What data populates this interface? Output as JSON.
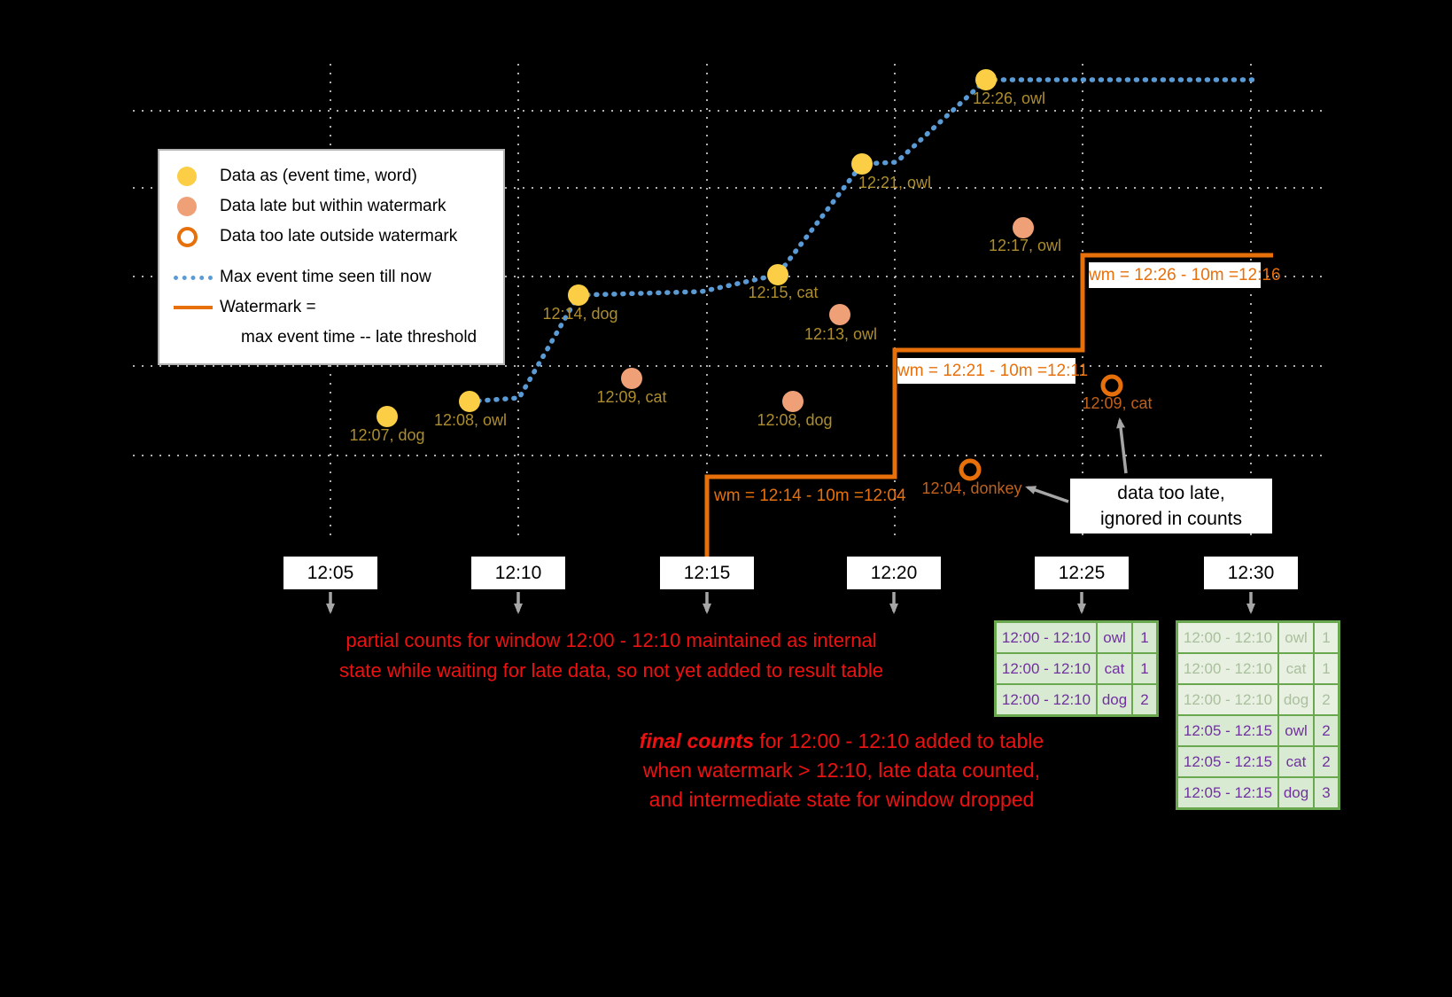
{
  "legend": {
    "data_on_time": "Data as (event time, word)",
    "data_late_within": "Data late but within watermark",
    "data_too_late": "Data too late outside watermark",
    "max_event_time": "Max event time seen till now",
    "watermark_line1": "Watermark =",
    "watermark_line2": "max event time -- late threshold"
  },
  "points": {
    "on_time": [
      {
        "label": "12:07, dog"
      },
      {
        "label": "12:08, owl"
      },
      {
        "label": "12:14, dog"
      },
      {
        "label": "12:15, cat"
      },
      {
        "label": "12:21, owl"
      },
      {
        "label": "12:26, owl"
      }
    ],
    "late_within": [
      {
        "label": "12:09, cat"
      },
      {
        "label": "12:08, dog"
      },
      {
        "label": "12:13, owl"
      },
      {
        "label": "12:17, owl"
      }
    ],
    "too_late": [
      {
        "label": "12:04, donkey"
      },
      {
        "label": "12:09, cat"
      }
    ]
  },
  "watermarks": [
    {
      "label": "wm = 12:14 - 10m =12:04"
    },
    {
      "label": "wm = 12:21 - 10m =12:11"
    },
    {
      "label": "wm = 12:26 - 10m =12:16"
    }
  ],
  "axis_ticks": [
    "12:05",
    "12:10",
    "12:15",
    "12:20",
    "12:25",
    "12:30"
  ],
  "annotations": {
    "partial_counts_line1": "partial counts for window 12:00 - 12:10 maintained as internal",
    "partial_counts_line2": "state while waiting for late data, so not yet added  to result table",
    "final_counts_emphasis": "final counts",
    "final_counts_line1_rest": " for 12:00 - 12:10 added to table",
    "final_counts_line2": "when watermark > 12:10, late data counted,",
    "final_counts_line3": "and intermediate state for window dropped",
    "too_late_line1": "data too late,",
    "too_late_line2": "ignored in counts"
  },
  "result_table_1225": {
    "rows": [
      {
        "window": "12:00 - 12:10",
        "word": "owl",
        "count": "1"
      },
      {
        "window": "12:00 - 12:10",
        "word": "cat",
        "count": "1"
      },
      {
        "window": "12:00 - 12:10",
        "word": "dog",
        "count": "2"
      }
    ]
  },
  "result_table_1230": {
    "faded_rows": [
      {
        "window": "12:00 - 12:10",
        "word": "owl",
        "count": "1"
      },
      {
        "window": "12:00 - 12:10",
        "word": "cat",
        "count": "1"
      },
      {
        "window": "12:00 - 12:10",
        "word": "dog",
        "count": "2"
      }
    ],
    "new_rows": [
      {
        "window": "12:05 - 12:15",
        "word": "owl",
        "count": "2"
      },
      {
        "window": "12:05 - 12:15",
        "word": "cat",
        "count": "2"
      },
      {
        "window": "12:05 - 12:15",
        "word": "dog",
        "count": "3"
      }
    ]
  },
  "colors": {
    "background": "#000000",
    "on_time_fill": "#fbce45",
    "late_within_fill": "#f0a077",
    "too_late_stroke": "#e8700a",
    "max_event_line": "#5b9bd5",
    "watermark_line": "#e8700a",
    "annotation_red": "#ee1111",
    "table_border_green": "#6aa84f",
    "table_cell_bg": "#d9ead3",
    "table_text_purple": "#7030a0",
    "point_label_gold": "#ad8d2d",
    "point_label_orange": "#c0611a"
  }
}
